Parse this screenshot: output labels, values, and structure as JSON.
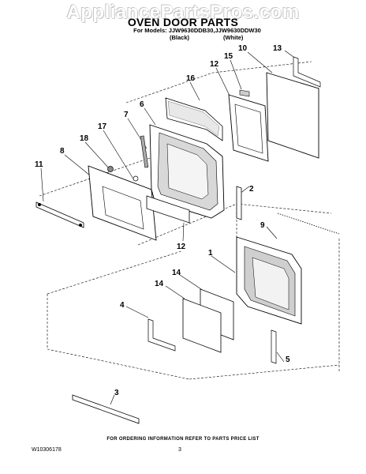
{
  "watermark": "AppliancePartsPros.com",
  "title": "OVEN DOOR PARTS",
  "models_line": "For Models: JJW9630DDB30,JJW9630DDW30",
  "finish_black": "(Black)",
  "finish_white": "(White)",
  "footer_note": "FOR ORDERING INFORMATION REFER TO PARTS PRICE LIST",
  "document_number": "W10306178",
  "page_number": "3",
  "callouts": {
    "c1": "1",
    "c2": "2",
    "c3": "3",
    "c4": "4",
    "c5": "5",
    "c6": "6",
    "c7": "7",
    "c8": "8",
    "c9": "9",
    "c10": "10",
    "c11": "11",
    "c12a": "12",
    "c12b": "12",
    "c13": "13",
    "c14a": "14",
    "c14b": "14",
    "c15": "15",
    "c16": "16",
    "c17": "17",
    "c18": "18"
  }
}
